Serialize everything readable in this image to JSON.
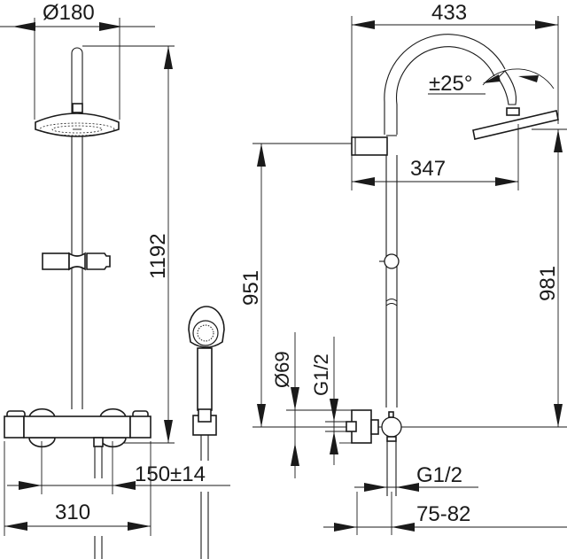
{
  "drawing": {
    "title": "Thermostatic shower system dimension drawing",
    "units": "mm",
    "views": [
      {
        "name": "front-view",
        "components": [
          "overhead-shower-head",
          "riser-rail",
          "hand-shower-slider",
          "thermostatic-mixer",
          "hand-shower",
          "hose-holder"
        ]
      },
      {
        "name": "side-view",
        "components": [
          "shower-arm",
          "tilted-shower-head",
          "wall-bracket",
          "riser-pipe",
          "diverter-knob",
          "wall-connection"
        ]
      }
    ]
  },
  "dimensions": {
    "head_diameter": "Ø180",
    "total_height": "1192",
    "connection_spacing": "150±14",
    "mixer_width": "310",
    "arm_reach": "433",
    "head_tilt": "±25°",
    "bracket_reach": "347",
    "bracket_height": "951",
    "head_height_side": "981",
    "escutcheon_diameter": "Ø69",
    "inlet_thread": "G1/2",
    "outlet_thread": "G1/2",
    "wall_offset": "75-82"
  },
  "colors": {
    "line": "#1a1a1a",
    "background": "#ffffff"
  }
}
